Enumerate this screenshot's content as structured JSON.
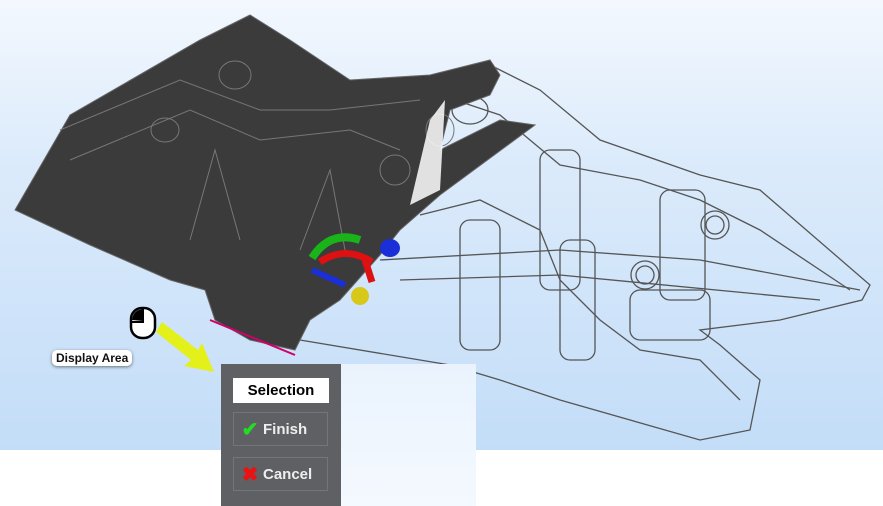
{
  "viewport": {
    "label": "Display Area",
    "icons": [
      "mouse-icon",
      "arrow-icon",
      "triad-icon"
    ]
  },
  "selection_panel": {
    "title": "Selection",
    "finish_label": "Finish",
    "cancel_label": "Cancel"
  },
  "colors": {
    "panel": "#5f6063",
    "finish_check": "#22dd22",
    "cancel_x": "#ee1111",
    "arrow": "#e4f01a",
    "solid": "#3b3b3b"
  }
}
